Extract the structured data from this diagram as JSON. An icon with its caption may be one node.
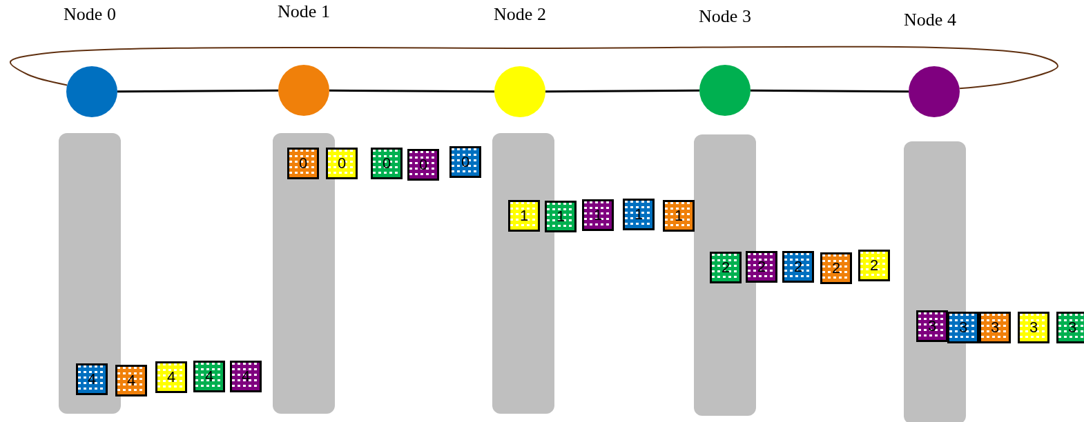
{
  "diagram": {
    "nodes": [
      {
        "text": [
          "Node 0"
        ]
      },
      {
        "text": [
          "Node 1"
        ]
      },
      {
        "text": [
          "Node 2"
        ]
      },
      {
        "text": [
          "Node 3"
        ]
      },
      {
        "text": [
          "Node 4"
        ]
      },
      {
        "text": [],
        "shape": "bar"
      },
      {
        "text": [],
        "shape": "bar"
      },
      {
        "text": [],
        "shape": "bar"
      },
      {
        "text": [],
        "shape": "bar"
      },
      {
        "text": [],
        "shape": "bar"
      },
      {
        "text": [
          "0"
        ],
        "in": 6
      },
      {
        "text": [
          "0"
        ]
      },
      {
        "text": [
          "0"
        ]
      },
      {
        "text": [
          "0"
        ]
      },
      {
        "text": [
          "0"
        ]
      },
      {
        "text": [
          "1"
        ],
        "in": 7
      },
      {
        "text": [
          "1"
        ]
      },
      {
        "text": [
          "1"
        ]
      },
      {
        "text": [
          "1"
        ]
      },
      {
        "text": [
          "1"
        ]
      },
      {
        "text": [
          "2"
        ],
        "in": 8
      },
      {
        "text": [
          "2"
        ]
      },
      {
        "text": [
          "2"
        ]
      },
      {
        "text": [
          "2"
        ]
      },
      {
        "text": [
          "2"
        ]
      },
      {
        "text": [
          "3"
        ],
        "in": 9
      },
      {
        "text": [
          "3"
        ]
      },
      {
        "text": [
          "3"
        ]
      },
      {
        "text": [
          "3"
        ]
      },
      {
        "text": [
          "3"
        ]
      },
      {
        "text": [
          "4"
        ],
        "in": 5
      },
      {
        "text": [
          "4"
        ]
      },
      {
        "text": [
          "4"
        ]
      },
      {
        "text": [
          "4"
        ]
      },
      {
        "text": [
          "4"
        ]
      }
    ],
    "edges": [
      {
        "from": 0,
        "to": 1,
        "arrow": "none"
      },
      {
        "from": 1,
        "to": 2,
        "arrow": "none"
      },
      {
        "from": 2,
        "to": 3,
        "arrow": "none"
      },
      {
        "from": 3,
        "to": 4,
        "arrow": "none"
      },
      {
        "from": 0,
        "to": 4,
        "arrow": "none",
        "color": "#603010"
      }
    ]
  }
}
